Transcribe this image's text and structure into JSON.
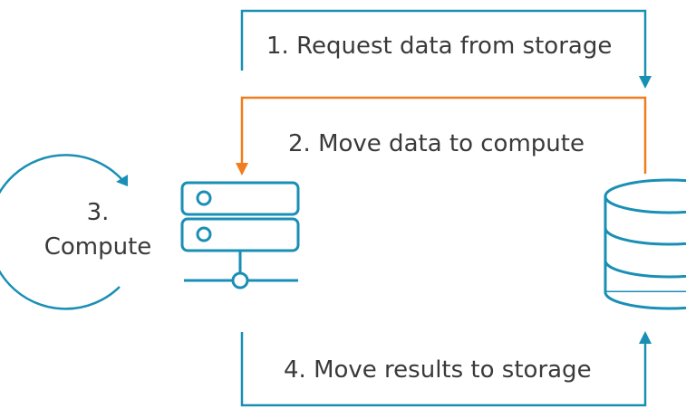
{
  "steps": [
    {
      "id": "request",
      "label": "1. Request data from storage",
      "direction": "compute-to-storage"
    },
    {
      "id": "move-data",
      "label": "2. Move data to compute",
      "direction": "storage-to-compute"
    },
    {
      "id": "compute",
      "number": "3.",
      "label": "Compute"
    },
    {
      "id": "move-results",
      "label": "4. Move results to storage",
      "direction": "compute-to-storage"
    }
  ],
  "nodes": {
    "compute": {
      "icon": "server-icon"
    },
    "storage": {
      "icon": "database-icon"
    }
  },
  "colors": {
    "teal": "#1a8fb5",
    "orange": "#f07d1e",
    "text": "#3a3a3a"
  }
}
